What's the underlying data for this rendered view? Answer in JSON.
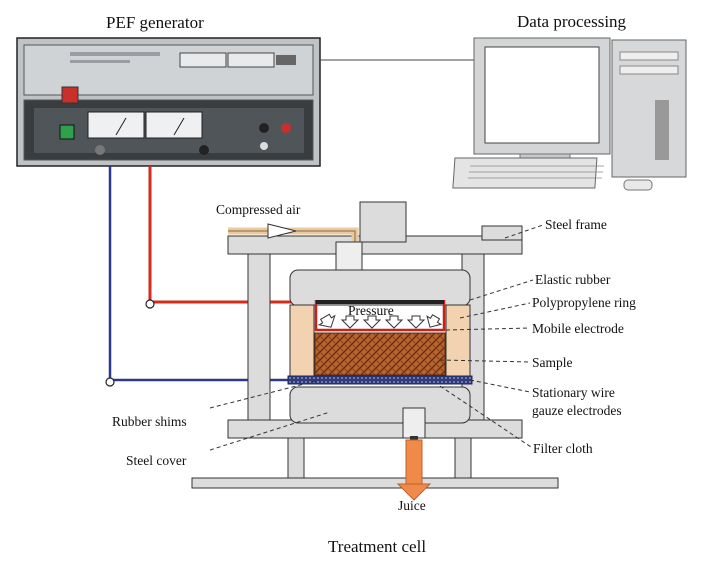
{
  "labels": {
    "pef_generator": "PEF generator",
    "data_processing": "Data processing",
    "compressed_air": "Compressed  air",
    "pressure": "Pressure",
    "steel_frame": "Steel frame",
    "elastic_rubber": "Elastic rubber",
    "polypropylene_ring": "Polypropylene ring",
    "mobile_electrode": "Mobile electrode",
    "sample": "Sample",
    "stationary_line1": "Stationary wire",
    "stationary_line2": "gauze electrodes",
    "rubber_shims": "Rubber shims",
    "steel_cover": "Steel cover",
    "filter_cloth": "Filter cloth",
    "juice": "Juice",
    "treatment_cell": "Treatment cell"
  },
  "colors": {
    "red_wire": "#d42b1e",
    "blue_wire": "#2b3a8c",
    "ring": "#f2d2b0",
    "sample": "#b05a2a",
    "juice_arrow": "#f08a4a",
    "frame": "#dcdcdc"
  }
}
